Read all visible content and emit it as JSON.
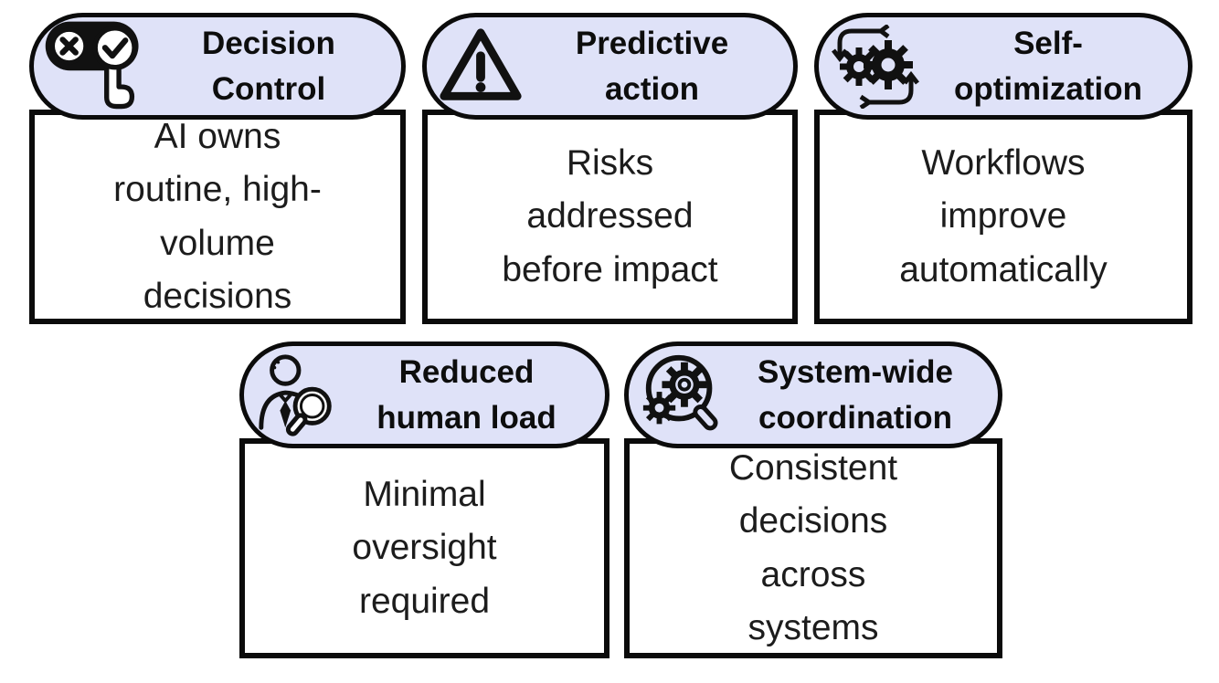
{
  "diagram": {
    "background_color": "#ffffff",
    "border_color": "#0b0b0b",
    "header_fill_color": "#dfe2f8",
    "text_color": "#1c1c1c"
  },
  "cards": [
    {
      "title": "Decision\nControl",
      "body": "AI owns\nroutine, high-\nvolume\ndecisions",
      "icon": "approve-reject-choice-icon"
    },
    {
      "title": "Predictive\naction",
      "body": "Risks\naddressed\nbefore impact",
      "icon": "warning-triangle-icon"
    },
    {
      "title": "Self-\noptimization",
      "body": "Workflows\nimprove\nautomatically",
      "icon": "gears-cycle-icon"
    },
    {
      "title": "Reduced\nhuman load",
      "body": "Minimal\noversight\nrequired",
      "icon": "person-magnifier-icon"
    },
    {
      "title": "System-wide\ncoordination",
      "body": "Consistent\ndecisions\nacross\nsystems",
      "icon": "gear-magnifier-icon"
    }
  ]
}
